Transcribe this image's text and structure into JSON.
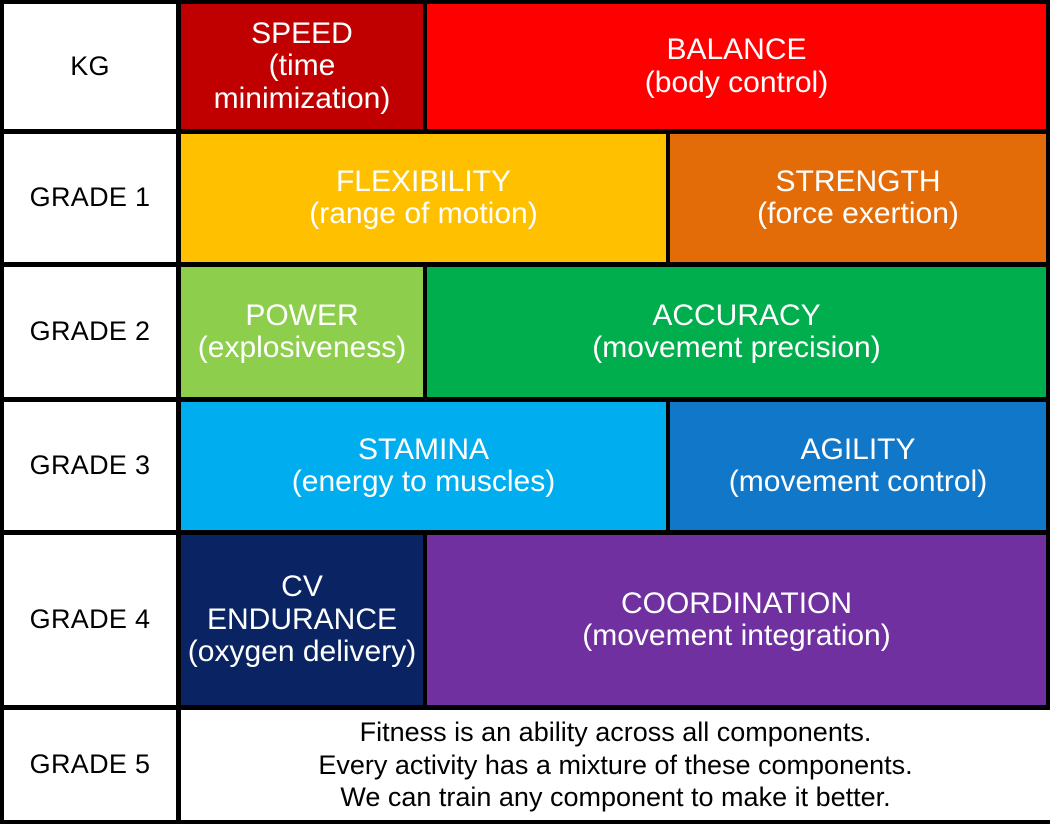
{
  "table": {
    "colors": {
      "speed": "#C00000",
      "balance": "#FF0000",
      "flexibility": "#FFC000",
      "strength": "#E36C09",
      "power": "#8DCE4C",
      "accuracy": "#00AE4D",
      "stamina": "#00AEEF",
      "agility": "#1177C8",
      "cv_endurance": "#0A2463",
      "coordination": "#7030A0",
      "border": "#000000",
      "label_text": "#000000",
      "cell_text": "#FFFFFF"
    },
    "rows": [
      {
        "label": "KG",
        "split": "a",
        "cells": [
          {
            "name": "SPEED",
            "desc": "(time minimization)",
            "color_key": "speed"
          },
          {
            "name": "BALANCE",
            "desc": "(body control)",
            "color_key": "balance"
          }
        ]
      },
      {
        "label": "GRADE 1",
        "split": "b",
        "cells": [
          {
            "name": "FLEXIBILITY",
            "desc": "(range of motion)",
            "color_key": "flexibility"
          },
          {
            "name": "STRENGTH",
            "desc": "(force exertion)",
            "color_key": "strength"
          }
        ]
      },
      {
        "label": "GRADE 2",
        "split": "a",
        "cells": [
          {
            "name": "POWER",
            "desc": "(explosiveness)",
            "color_key": "power"
          },
          {
            "name": "ACCURACY",
            "desc": "(movement precision)",
            "color_key": "accuracy"
          }
        ]
      },
      {
        "label": "GRADE 3",
        "split": "b",
        "cells": [
          {
            "name": "STAMINA",
            "desc": "(energy to muscles)",
            "color_key": "stamina"
          },
          {
            "name": "AGILITY",
            "desc": "(movement control)",
            "color_key": "agility"
          }
        ]
      },
      {
        "label": "GRADE 4",
        "split": "a",
        "cells": [
          {
            "name": "CV ENDURANCE",
            "desc": "(oxygen delivery)",
            "color_key": "cv_endurance"
          },
          {
            "name": "COORDINATION",
            "desc": "(movement integration)",
            "color_key": "coordination"
          }
        ]
      },
      {
        "label": "GRADE 5",
        "split": "note",
        "note_lines": [
          "Fitness is an ability across all components.",
          "Every activity has a mixture of these components.",
          "We can train any component to make it better."
        ]
      }
    ]
  }
}
